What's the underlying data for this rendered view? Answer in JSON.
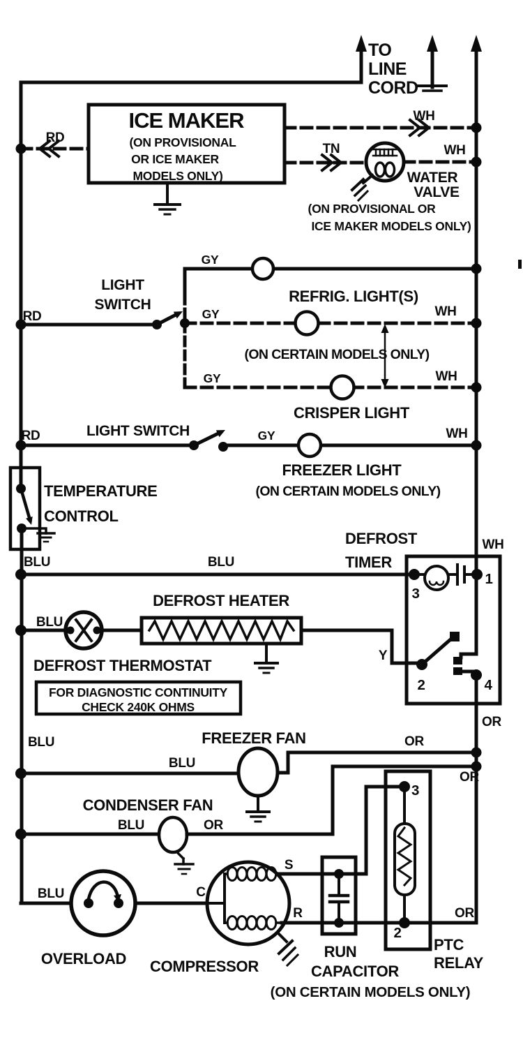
{
  "colors": {
    "ink": "#0b0b0b",
    "paper": "#ffffff"
  },
  "line_cord": {
    "l1": "TO",
    "l2": "LINE",
    "l3": "CORD"
  },
  "ice_maker": {
    "title": "ICE MAKER",
    "note1": "(ON PROVISIONAL",
    "note2": "OR ICE MAKER",
    "note3": "MODELS ONLY)"
  },
  "water_valve": {
    "name1": "WATER",
    "name2": "VALVE",
    "note1": "(ON PROVISIONAL OR",
    "note2": "ICE MAKER MODELS ONLY)"
  },
  "refrig_lights": {
    "switch_l1": "LIGHT",
    "switch_l2": "SWITCH",
    "name": "REFRIG. LIGHT(S)",
    "note": "(ON CERTAIN MODELS ONLY)",
    "crisper_name": "CRISPER LIGHT"
  },
  "freezer_light": {
    "switch": "LIGHT SWITCH",
    "name": "FREEZER LIGHT",
    "note": "(ON CERTAIN MODELS ONLY)"
  },
  "temp_control": {
    "name_l1": "TEMPERATURE",
    "name_l2": "CONTROL"
  },
  "defrost_timer": {
    "name_l1": "DEFROST",
    "name_l2": "TIMER",
    "t1": "1",
    "t2": "2",
    "t3": "3",
    "t4": "4"
  },
  "defrost_heater": {
    "name": "DEFROST HEATER"
  },
  "defrost_thermostat": {
    "name": "DEFROST THERMOSTAT",
    "diag_l1": "FOR DIAGNOSTIC CONTINUITY",
    "diag_l2": "CHECK 240K OHMS"
  },
  "freezer_fan": {
    "name": "FREEZER FAN"
  },
  "condenser_fan": {
    "name": "CONDENSER FAN"
  },
  "overload": {
    "name": "OVERLOAD"
  },
  "compressor": {
    "name": "COMPRESSOR",
    "term_c": "C",
    "term_s": "S",
    "term_r": "R"
  },
  "run_capacitor": {
    "name_l1": "RUN",
    "name_l2": "CAPACITOR",
    "note": "(ON CERTAIN MODELS ONLY)"
  },
  "ptc_relay": {
    "name_l1": "PTC",
    "name_l2": "RELAY",
    "t2": "2",
    "t3": "3"
  },
  "wire_labels": {
    "rd_ice": "RD",
    "wh_ice": "WH",
    "tn_valve": "TN",
    "wh_valve": "WH",
    "rd_sw1": "RD",
    "gy_refrig_top": "GY",
    "gy_refrig_mid": "GY",
    "gy_crisper": "GY",
    "wh_refrig": "WH",
    "wh_crisper": "WH",
    "rd_sw2": "RD",
    "gy_freezer": "GY",
    "wh_freezer": "WH",
    "blu_temp": "BLU",
    "blu_bus": "BLU",
    "wh_timer": "WH",
    "y_heater": "Y",
    "or_timer": "OR",
    "blu_thermostat": "BLU",
    "blu_left": "BLU",
    "blu_freezer_fan": "BLU",
    "or_freezer_fan": "OR",
    "blu_condenser_fan": "BLU",
    "or_condenser_fan": "OR",
    "or_condenser_right": "OR",
    "blu_overload": "BLU",
    "or_run": "OR"
  }
}
